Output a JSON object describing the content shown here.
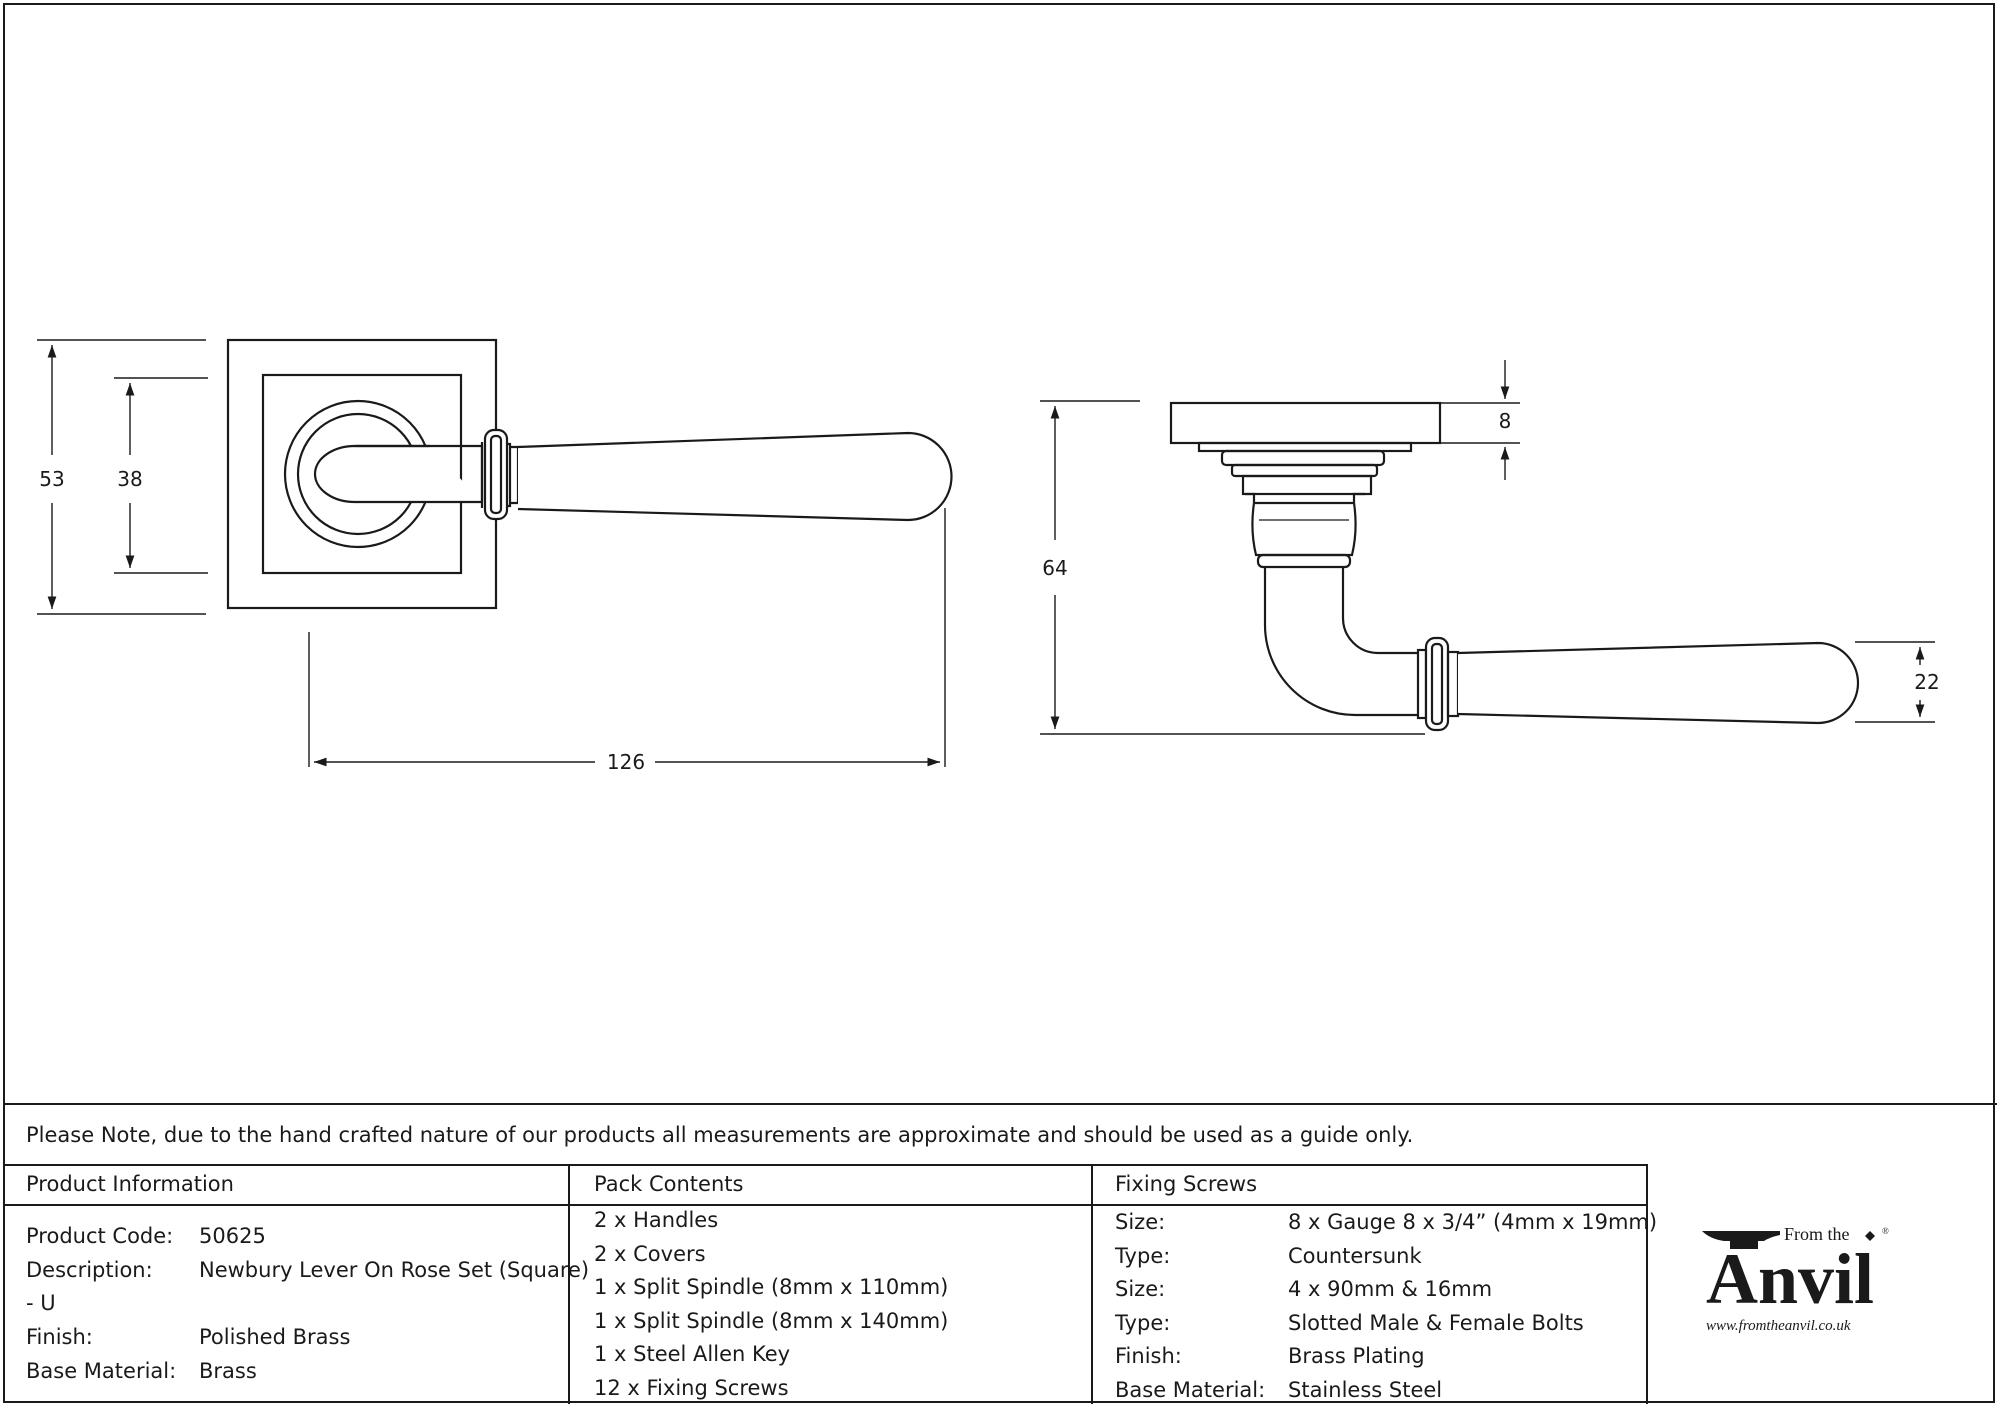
{
  "dimensions": {
    "front_height_outer": "53",
    "front_height_inner": "38",
    "front_width": "126",
    "side_height": "64",
    "side_rose_thickness": "8",
    "side_lever_diameter": "22"
  },
  "note": "Please Note, due to the hand crafted nature of our products all measurements are approximate and should be used as a guide only.",
  "product_info": {
    "header": "Product Information",
    "rows": [
      {
        "label": "Product Code:",
        "value": "50625"
      },
      {
        "label": "Description:",
        "value": "Newbury Lever On Rose Set (Square)"
      },
      {
        "label": "- U",
        "value": ""
      },
      {
        "label": "Finish:",
        "value": "Polished Brass"
      },
      {
        "label": "Base Material:",
        "value": "Brass"
      }
    ]
  },
  "pack_contents": {
    "header": "Pack Contents",
    "items": [
      "2 x Handles",
      "2 x Covers",
      "1 x Split Spindle (8mm x 110mm)",
      "1 x Split Spindle (8mm x 140mm)",
      "1 x Steel Allen Key",
      "12 x Fixing Screws"
    ]
  },
  "fixing_screws": {
    "header": "Fixing Screws",
    "rows": [
      {
        "label": "Size:",
        "value": "8 x Gauge 8 x 3/4” (4mm x 19mm)"
      },
      {
        "label": "Type:",
        "value": "Countersunk"
      },
      {
        "label": "Size:",
        "value": "4 x 90mm & 16mm"
      },
      {
        "label": "Type:",
        "value": "Slotted Male & Female Bolts"
      },
      {
        "label": "Finish:",
        "value": "Brass Plating"
      },
      {
        "label": "Base Material:",
        "value": "Stainless Steel"
      }
    ]
  },
  "logo": {
    "from_the": "From the",
    "anvil": "Anvil",
    "url": "www.fromtheanvil.co.uk",
    "registered": "®"
  }
}
